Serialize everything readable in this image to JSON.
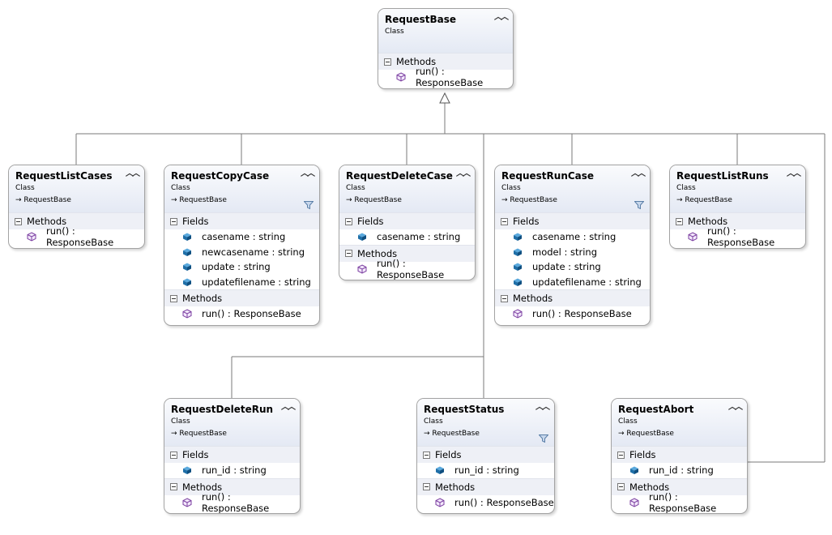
{
  "classes": {
    "request_base": {
      "name": "RequestBase",
      "type": "Class",
      "methods_label": "Methods",
      "methods": [
        "run() : ResponseBase"
      ]
    },
    "request_list_cases": {
      "name": "RequestListCases",
      "type": "Class",
      "base": "RequestBase",
      "methods_label": "Methods",
      "methods": [
        "run() : ResponseBase"
      ]
    },
    "request_copy_case": {
      "name": "RequestCopyCase",
      "type": "Class",
      "base": "RequestBase",
      "fields_label": "Fields",
      "fields": [
        "casename : string",
        "newcasename : string",
        "update : string",
        "updatefilename : string"
      ],
      "methods_label": "Methods",
      "methods": [
        "run() : ResponseBase"
      ]
    },
    "request_delete_case": {
      "name": "RequestDeleteCase",
      "type": "Class",
      "base": "RequestBase",
      "fields_label": "Fields",
      "fields": [
        "casename : string"
      ],
      "methods_label": "Methods",
      "methods": [
        "run() : ResponseBase"
      ]
    },
    "request_run_case": {
      "name": "RequestRunCase",
      "type": "Class",
      "base": "RequestBase",
      "fields_label": "Fields",
      "fields": [
        "casename : string",
        "model : string",
        "update : string",
        "updatefilename : string"
      ],
      "methods_label": "Methods",
      "methods": [
        "run() : ResponseBase"
      ]
    },
    "request_list_runs": {
      "name": "RequestListRuns",
      "type": "Class",
      "base": "RequestBase",
      "methods_label": "Methods",
      "methods": [
        "run() : ResponseBase"
      ]
    },
    "request_delete_run": {
      "name": "RequestDeleteRun",
      "type": "Class",
      "base": "RequestBase",
      "fields_label": "Fields",
      "fields": [
        "run_id : string"
      ],
      "methods_label": "Methods",
      "methods": [
        "run() : ResponseBase"
      ]
    },
    "request_status": {
      "name": "RequestStatus",
      "type": "Class",
      "base": "RequestBase",
      "fields_label": "Fields",
      "fields": [
        "run_id : string"
      ],
      "methods_label": "Methods",
      "methods": [
        "run() : ResponseBase"
      ]
    },
    "request_abort": {
      "name": "RequestAbort",
      "type": "Class",
      "base": "RequestBase",
      "fields_label": "Fields",
      "fields": [
        "run_id : string"
      ],
      "methods_label": "Methods",
      "methods": [
        "run() : ResponseBase"
      ]
    }
  },
  "icons": {
    "collapse": "double-chevron-up-icon",
    "field": "field-cube-icon",
    "method": "method-cube-icon",
    "filter": "filter-icon",
    "base_arrow": "inherit-arrow-icon",
    "section_toggle": "collapse-minus-icon"
  },
  "colors": {
    "header_gradient_top": "#fafbfd",
    "header_gradient_bottom": "#e4e9f4",
    "section_bg": "#eef0f6",
    "field_icon": "#1f6fa8",
    "method_icon": "#7b3fa0",
    "connector": "#6e6e6e"
  }
}
